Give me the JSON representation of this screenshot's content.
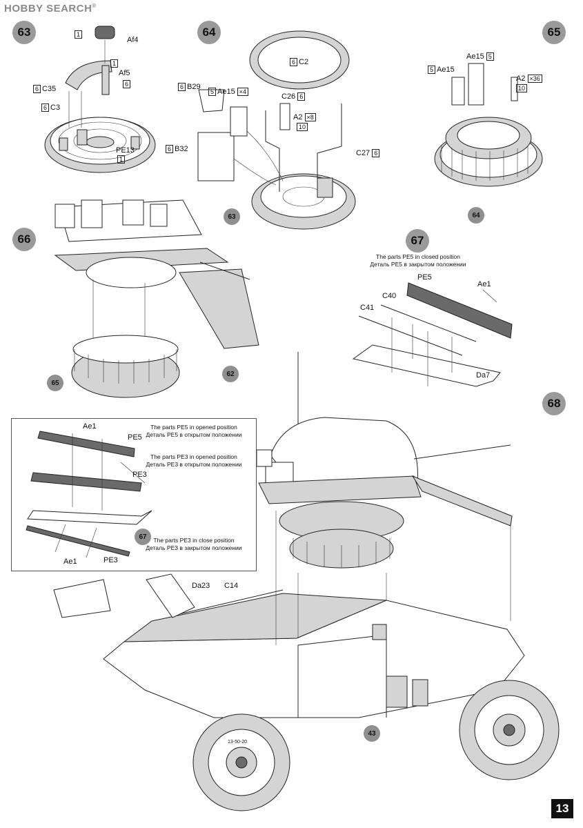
{
  "watermark": "HOBBY SEARCH",
  "page_number": "13",
  "steps": [
    "63",
    "64",
    "65",
    "66",
    "67",
    "68"
  ],
  "refs": {
    "r63": "63",
    "r64": "64",
    "r65": "65",
    "r62": "62",
    "r67": "67",
    "r43": "43"
  },
  "step63": {
    "af4": "Af4",
    "af5": "Af5",
    "c35": "C35",
    "c3": "C3",
    "pe13": "PE13",
    "box_af4": "1",
    "box_af5": "1",
    "box_af5b": "6",
    "box_c35": "6",
    "box_c3": "6",
    "box_pe13": "1"
  },
  "step64": {
    "c2": "C2",
    "b29": "B29",
    "ae15": "Ae15",
    "ae15_qty": "×4",
    "c26": "C26",
    "a2": "A2",
    "a2_qty": "×8",
    "b32": "B32",
    "c27": "C27",
    "box_c2": "6",
    "box_b29": "6",
    "box_ae15": "5",
    "box_c26": "6",
    "box_a2": "10",
    "box_b32": "6",
    "box_c27": "6"
  },
  "step65": {
    "ae15a": "Ae15",
    "ae15b": "Ae15",
    "a2": "A2",
    "a2_qty": "×36",
    "box_ae15a": "5",
    "box_ae15b": "5",
    "box_a2": "10"
  },
  "step67": {
    "note_en": "The parts PE5 in closed position",
    "note_ru": "Деталь PE5 в закрытом положении",
    "pe5": "PE5",
    "ae1": "Ae1",
    "c40": "C40",
    "c41": "C41",
    "da7": "Da7"
  },
  "inset": {
    "ae1_top": "Ae1",
    "pe5": "PE5",
    "pe3_top": "PE3",
    "ae1_bottom": "Ae1",
    "pe3_bottom": "PE3",
    "note1_en": "The parts PE5 in opened position",
    "note1_ru": "Деталь PE5 в открытом положении",
    "note2_en": "The parts PE3 in opened position",
    "note2_ru": "Деталь PE3 в открытом положении",
    "note3_en": "The parts PE3 in close position",
    "note3_ru": "Деталь PE3 в закрытом положении"
  },
  "step68": {
    "da23": "Da23",
    "c14": "C14",
    "tire_text": "13-50-20"
  }
}
